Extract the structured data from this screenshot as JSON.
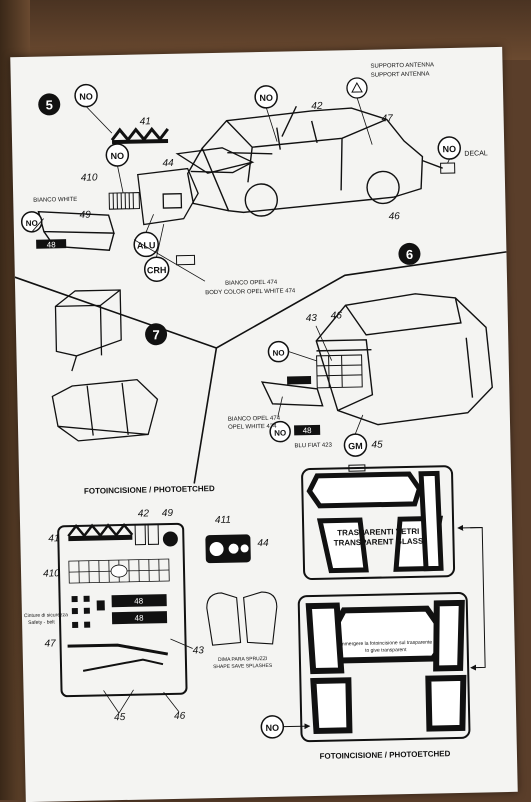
{
  "steps": {
    "five": "5",
    "six": "6",
    "seven": "7"
  },
  "badges": {
    "no": "NO",
    "alu": "ALU",
    "crh": "CRH",
    "gm": "GM",
    "decal": "DECAL"
  },
  "part_numbers": {
    "p41": "41",
    "p42": "42",
    "p47": "47",
    "p44": "44",
    "p410": "410",
    "p49": "49",
    "p48": "48",
    "p46": "46",
    "p43": "43",
    "p45": "45",
    "p411": "411"
  },
  "labels": {
    "antenna_it": "SUPPORTO ANTENNA",
    "antenna_en": "SUPPORT ANTENNA",
    "bianco_white": "BIANCO WHITE",
    "body_color_it": "BIANCO OPEL 474",
    "body_color_en": "BODY COLOR OPEL WHITE 474",
    "bianco_opel": "BIANCO OPEL 474",
    "opel_white": "OPEL WHITE 474",
    "blu_fiat": "BLU FIAT 423",
    "photoetched_title": "FOTOINCISIONE / PHOTOETCHED",
    "photoetched_title2": "FOTOINCISIONE / PHOTOETCHED",
    "glass_it": "TRASPARENTI VETRI",
    "glass_en": "TRANSPARENT GLASS",
    "belts_it": "Cinture di sicurezza",
    "belts_en": "Safety - belt",
    "dima_it": "DIMA PARA SPRUZZI",
    "dima_en": "SHAPE SAVE SPLASHES",
    "glass_note_it": "Immergere la fotoincisione sul trasparente",
    "glass_note_en": "to give transparent"
  }
}
